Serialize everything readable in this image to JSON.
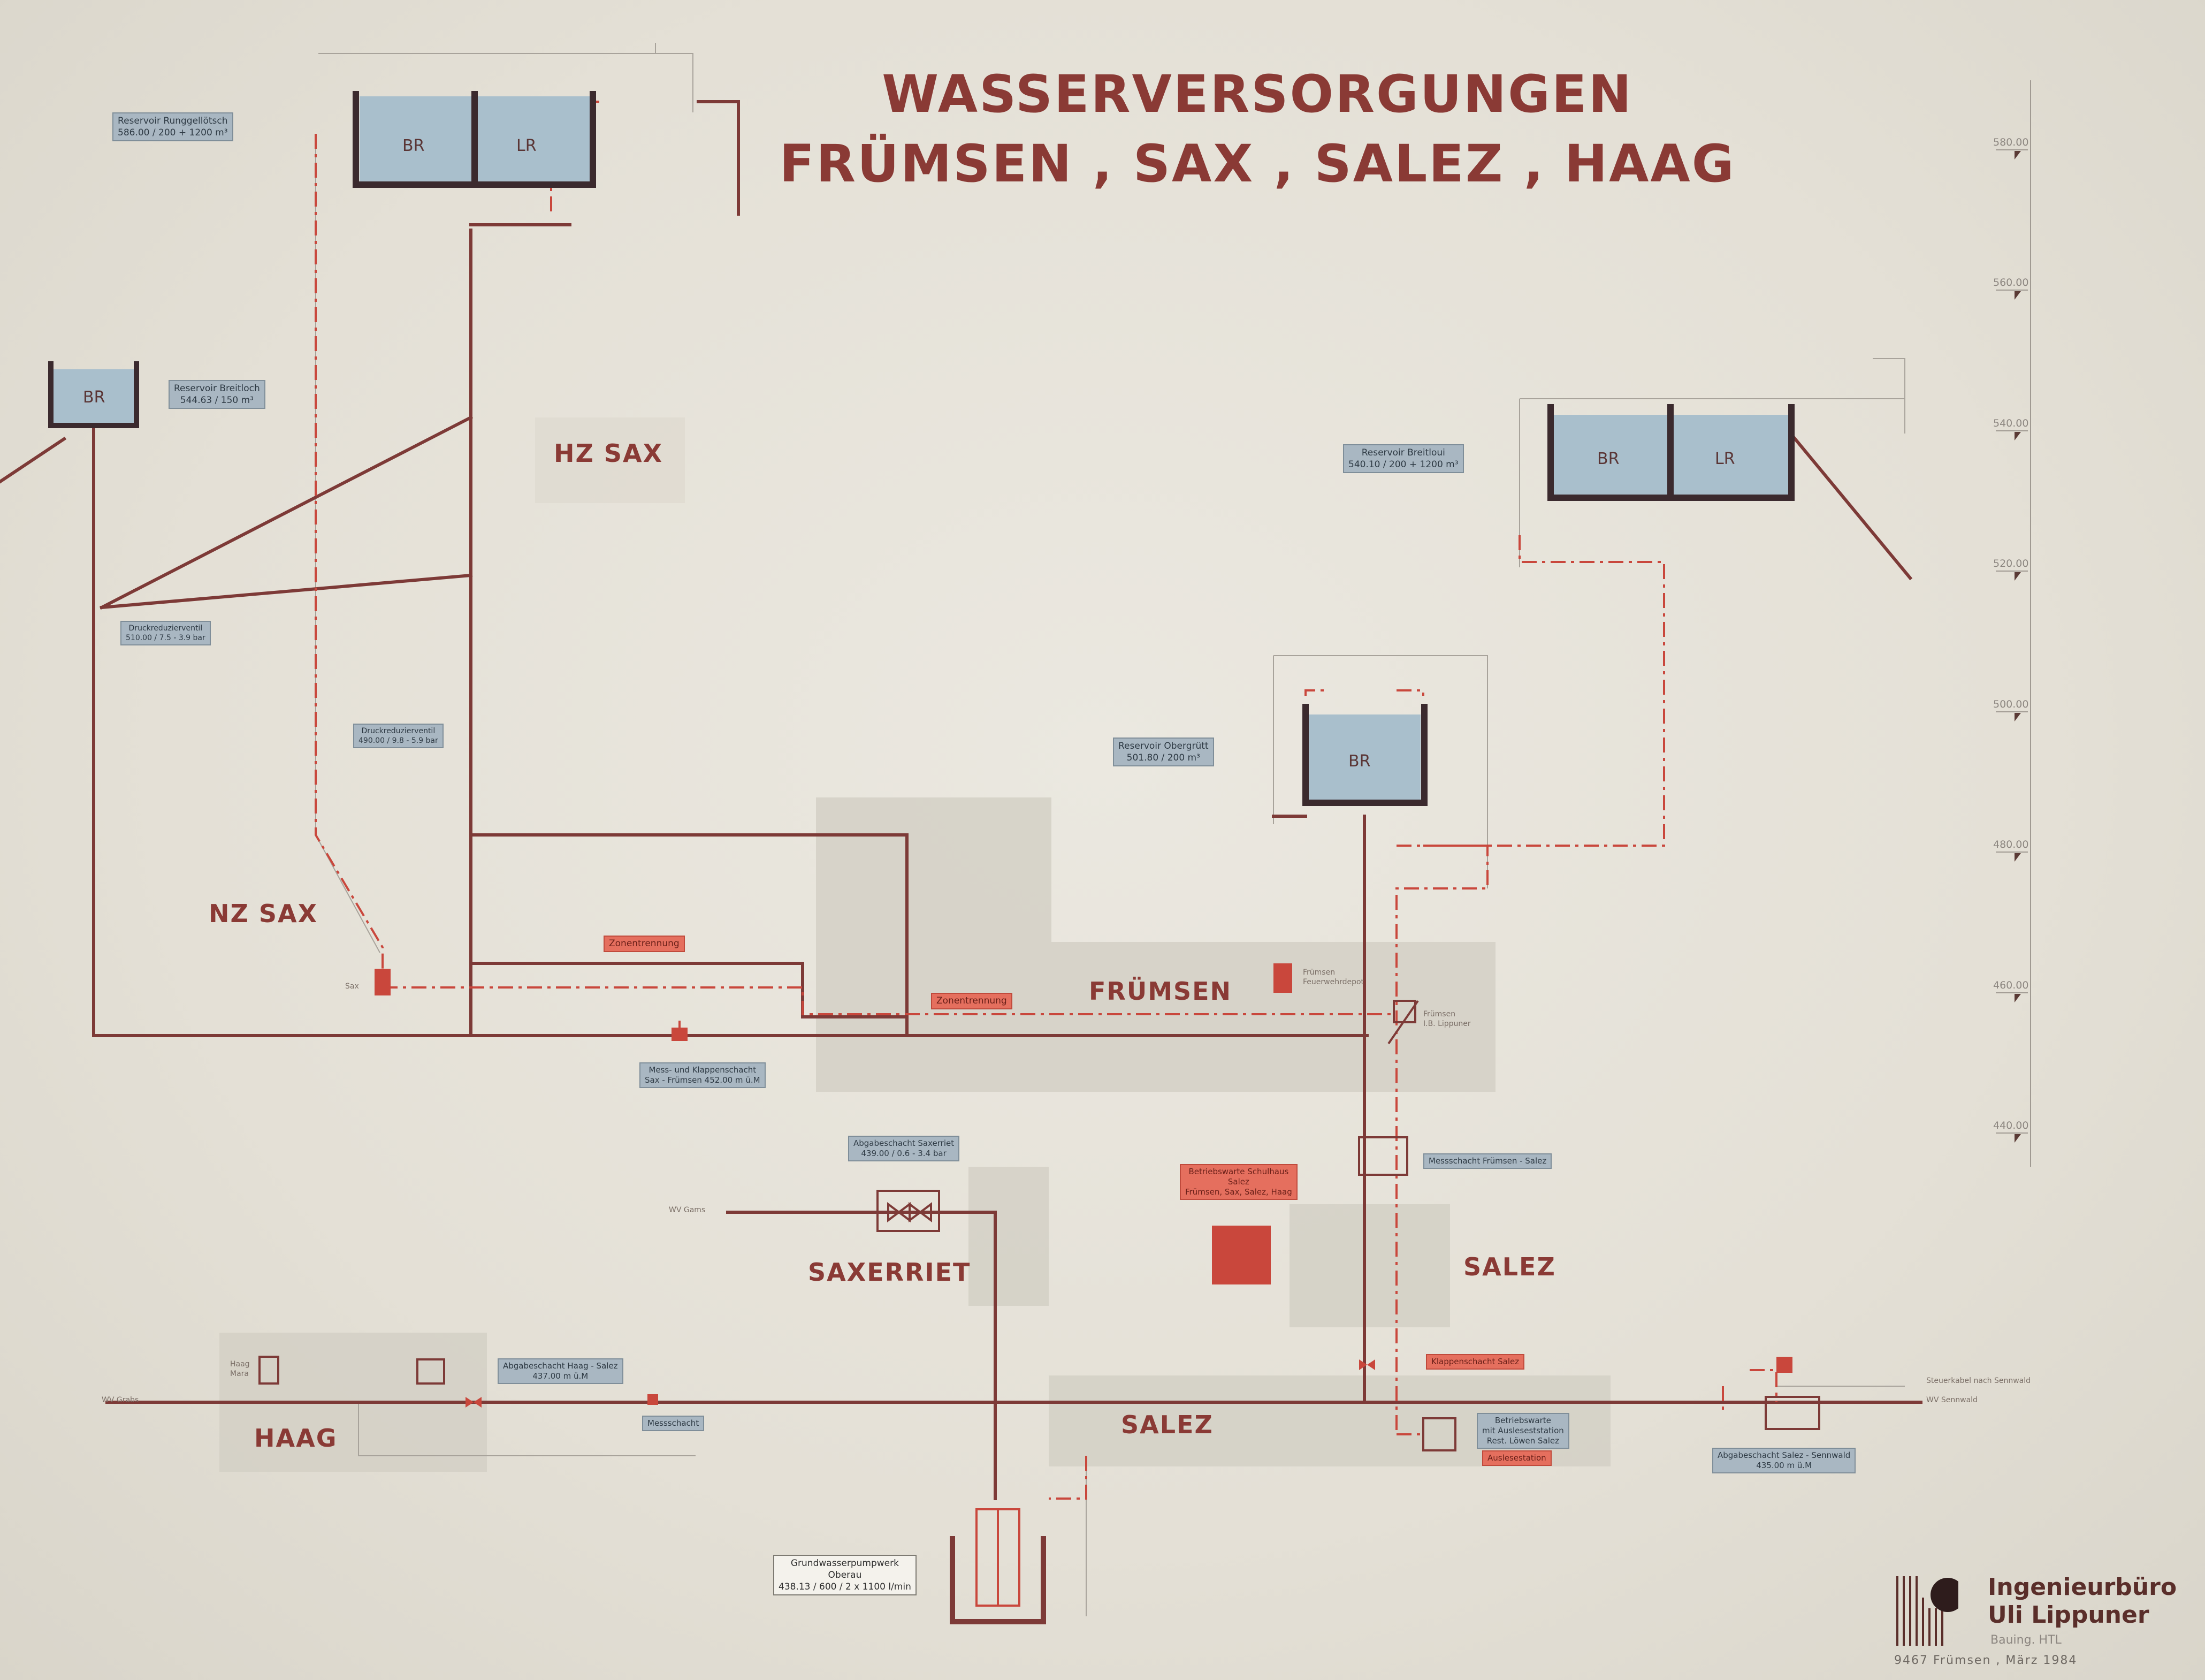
{
  "title": {
    "line1": "WASSERVERSORGUNGEN",
    "line2": "FRÜMSEN , SAX , SALEZ , HAAG"
  },
  "zones": {
    "hz_sax": "HZ SAX",
    "nz_sax": "NZ SAX",
    "fruemsen": "FRÜMSEN",
    "saxerriet": "SAXERRIET",
    "salez_north": "SALEZ",
    "salez_south": "SALEZ",
    "haag": "HAAG"
  },
  "tanks": {
    "br": "BR",
    "lr": "LR"
  },
  "labels": {
    "runggelloetsch": [
      "Reservoir Runggellötsch",
      "586.00 / 200 + 1200 m³"
    ],
    "breitloch": [
      "Reservoir Breitloch",
      "544.63 / 150 m³"
    ],
    "breitloui": [
      "Reservoir Breitloui",
      "540.10 / 200 + 1200 m³"
    ],
    "obergruett": [
      "Reservoir Obergrütt",
      "501.80 / 200 m³"
    ],
    "druckred1": [
      "Druckreduzierventil",
      "510.00 / 7.5 - 3.9 bar"
    ],
    "druckred2": [
      "Druckreduzierventil",
      "490.00 / 9.8 - 5.9 bar"
    ],
    "mess_klappen": [
      "Mess- und Klappenschacht",
      "Sax - Frümsen 452.00 m ü.M"
    ],
    "abgabe_saxerriet": [
      "Abgabeschacht Saxerriet",
      "439.00 / 0.6 - 3.4 bar"
    ],
    "messschacht_fs": [
      "Messschacht Frümsen - Salez"
    ],
    "abgabe_haag": [
      "Abgabeschacht Haag - Salez",
      "437.00 m ü.M"
    ],
    "messschacht": [
      "Messschacht"
    ],
    "abgabe_sennwald": [
      "Abgabeschacht Salez - Sennwald",
      "435.00 m ü.M"
    ],
    "grundwasser": [
      "Grundwasserpumpwerk",
      "Oberau",
      "438.13 / 600 / 2 x 1100 l/min"
    ],
    "betriebswarte": [
      "Betriebswarte",
      "mit Ausleseststation",
      "Rest. Löwen Salez"
    ]
  },
  "red_labels": {
    "zonentrennung1": "Zonentrennung",
    "zonentrennung2": "Zonentrennung",
    "betriebswarte_schulhaus": [
      "Betriebswarte Schulhaus",
      "Salez",
      "Frümsen, Sax, Salez, Haag"
    ],
    "klappenschacht_salez": "Klappenschacht Salez",
    "auslesestation": "Auslesestation"
  },
  "small_text": {
    "wv_gams": "WV Gams",
    "wv_grabs": "WV Grabs",
    "wv_sennwald": "WV Sennwald",
    "steuerkabel": "Steuerkabel nach Sennwald",
    "sax": "Sax",
    "haag_mara": [
      "Haag",
      "Mara"
    ],
    "fruemsen_feuerwehr": [
      "Frümsen",
      "Feuerwehrdepot"
    ],
    "fruemsen_lippuner": [
      "Frümsen",
      "I.B. Lippuner"
    ]
  },
  "elevations": [
    "580.00",
    "560.00",
    "540.00",
    "520.00",
    "500.00",
    "480.00",
    "460.00",
    "440.00"
  ],
  "logo": {
    "name_line1": "Ingenieurbüro",
    "name_line2": "Uli Lippuner",
    "subtitle": "Bauing. HTL",
    "footer": "9467 Frümsen ,  März  1984"
  },
  "colors": {
    "pipe_dark": "#7d3a37",
    "pipe_red": "#c9473c",
    "water": "#a9bfcc",
    "tank_wall": "#3b2a2e",
    "zone_bg": "#d2cec4",
    "grid": "#a09a92"
  }
}
